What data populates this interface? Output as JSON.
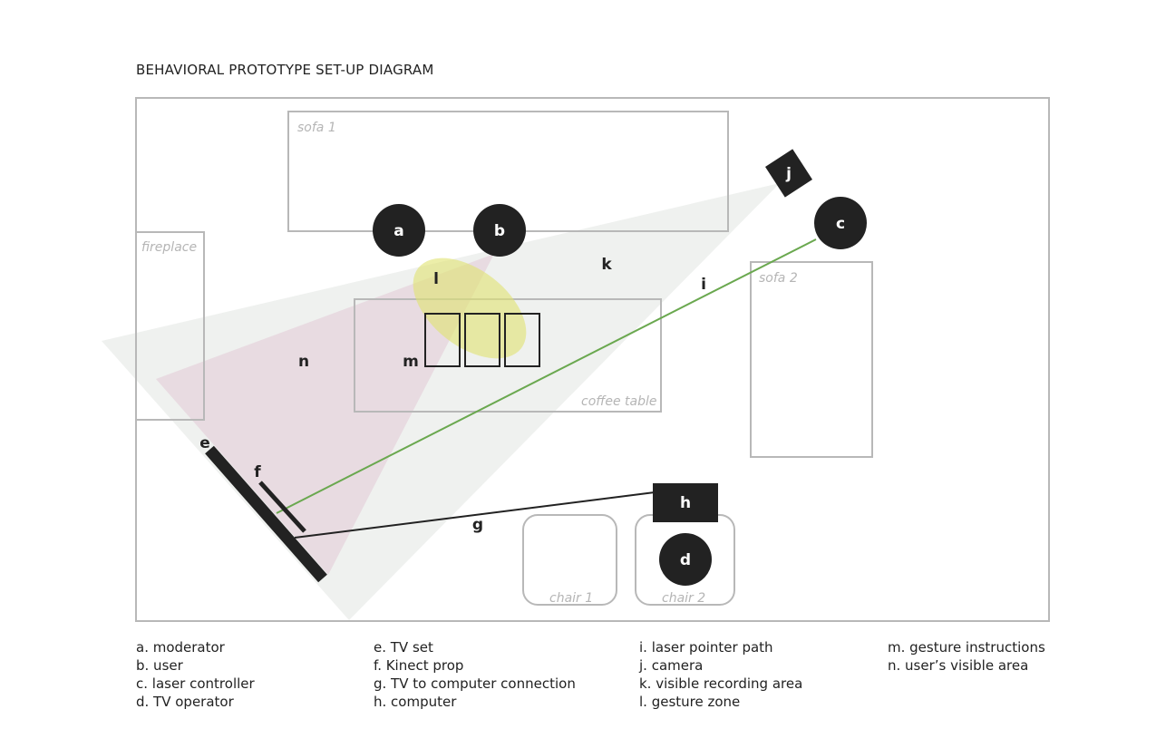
{
  "title": "BEHAVIORAL PROTOTYPE SET-UP DIAGRAM",
  "furniture": {
    "sofa1": "sofa 1",
    "fireplace": "fireplace",
    "coffee_table": "coffee table",
    "sofa2": "sofa 2",
    "chair1": "chair 1",
    "chair2": "chair 2"
  },
  "markers": {
    "a": "a",
    "b": "b",
    "c": "c",
    "d": "d",
    "e": "e",
    "f": "f",
    "g": "g",
    "h": "h",
    "i": "i",
    "j": "j",
    "k": "k",
    "l": "l",
    "m": "m",
    "n": "n"
  },
  "legend": {
    "col1": [
      "a. moderator",
      "b. user",
      "c. laser controller",
      "d. TV operator"
    ],
    "col2": [
      "e. TV set",
      "f. Kinect prop",
      "g. TV to computer connection",
      "h. computer"
    ],
    "col3": [
      "i. laser pointer path",
      "j. camera",
      "k. visible recording area",
      "l. gesture zone"
    ],
    "col4": [
      "m. gesture instructions",
      "n. user’s visible area"
    ]
  },
  "colors": {
    "recording_area": "#eef0ef",
    "user_visible_area": "#ead9e0",
    "gesture_zone": "#e3e690",
    "laser_path": "#6aa84f",
    "dark": "#222222",
    "outline": "#b8b8b8"
  }
}
